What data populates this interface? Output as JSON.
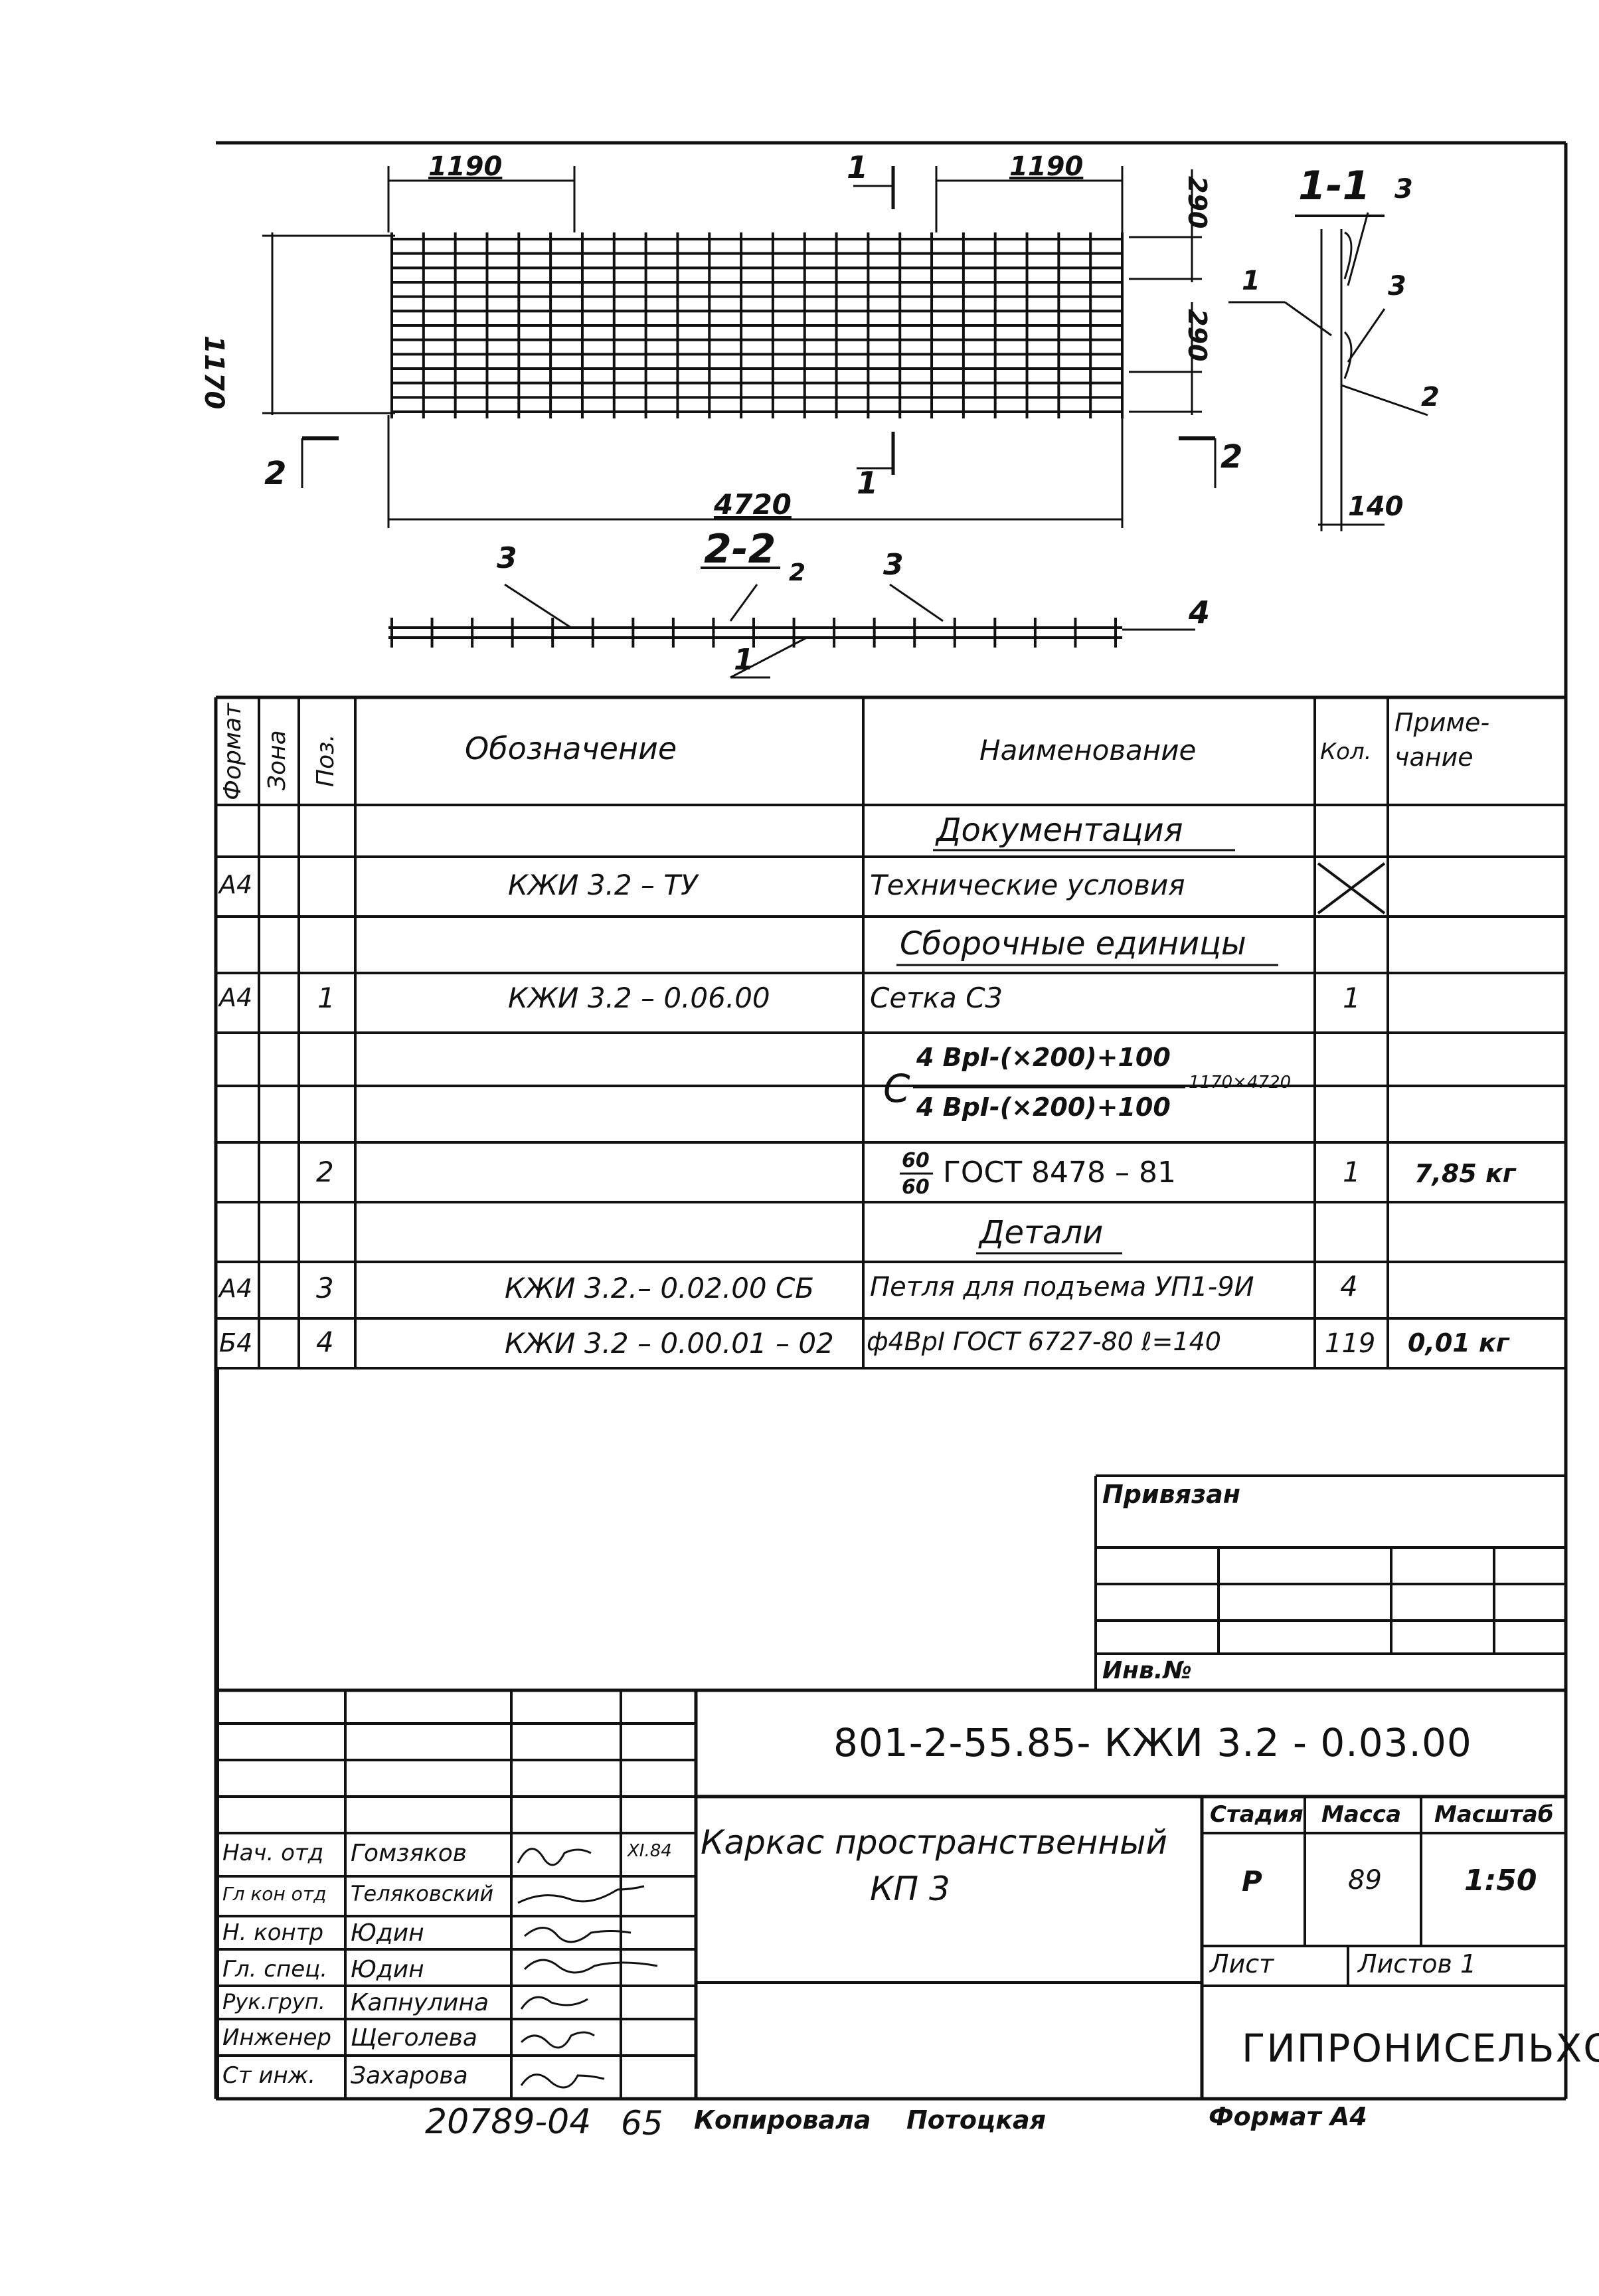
{
  "drawing": {
    "dim_top_left": "1190",
    "dim_top_right": "1190",
    "dim_height": "1170",
    "dim_length": "4720",
    "dim_right_top": "290",
    "dim_right_bottom": "290",
    "section_1_1": "1-1",
    "section_2_2": "2-2",
    "cut_mark_1": "1",
    "cut_mark_2": "2",
    "pos_1": "1",
    "pos_2": "2",
    "pos_3": "3",
    "pos_4": "4",
    "dim_140": "140"
  },
  "spec_table": {
    "headers": {
      "format": "Формат",
      "zone": "Зона",
      "pos": "Поз.",
      "designation": "Обозначение",
      "name": "Наименование",
      "qty": "Кол.",
      "note": "Приме- чание"
    },
    "section_documentation": "Документация",
    "section_assembly": "Сборочные единицы",
    "section_details": "Детали",
    "rows": [
      {
        "format": "А4",
        "pos": "",
        "designation": "КЖИ 3.2 – ТУ",
        "name": "Технические условия",
        "qty": "",
        "note": ""
      },
      {
        "format": "А4",
        "pos": "1",
        "designation": "КЖИ 3.2 – 0.06.00",
        "name": "Сетка С3",
        "qty": "1",
        "note": ""
      },
      {
        "format": "",
        "pos": "2",
        "designation": "",
        "name": "ГОСТ 8478 – 81",
        "qty": "1",
        "note": "7,85 кг"
      },
      {
        "format": "А4",
        "pos": "3",
        "designation": "КЖИ 3.2.– 0.02.00 СБ",
        "name": "Петля для подъема УП1-9И",
        "qty": "4",
        "note": ""
      },
      {
        "format": "Б4",
        "pos": "4",
        "designation": "КЖИ 3.2 – 0.00.01 – 02",
        "name": "ф4ВрI ГОСТ 6727-80 ℓ=140",
        "qty": "119",
        "note": "0,01 кг"
      }
    ],
    "mesh_formula_top": "4 ВрI-(×200)+100",
    "mesh_formula_bottom": "4 ВрI-(×200)+100",
    "mesh_formula_prefix": "С",
    "mesh_formula_size": "1170×4720",
    "fraction_top": "60",
    "fraction_bottom": "60"
  },
  "binding": {
    "label": "Привязан",
    "inv_label": "Инв.№"
  },
  "title_block": {
    "doc_code": "801-2-55.85- КЖИ 3.2 - 0.03.00",
    "title_line1": "Каркас пространственный",
    "title_line2": "КП 3",
    "stage_label": "Стадия",
    "mass_label": "Масса",
    "scale_label": "Масштаб",
    "stage_value": "Р",
    "mass_value": "89",
    "scale_value": "1:50",
    "sheet_label": "Лист",
    "sheets_label": "Листов 1",
    "org": "ГИПРОНИСЕЛЬХОЗ",
    "date": "XI.84",
    "signers": [
      {
        "role": "Нач. отд",
        "name": "Гомзяков"
      },
      {
        "role": "Гл кон отд",
        "name": "Теляковский"
      },
      {
        "role": "Н. контр",
        "name": "Юдин"
      },
      {
        "role": "Гл. спец.",
        "name": "Юдин"
      },
      {
        "role": "Рук.груп.",
        "name": "Капнулина"
      },
      {
        "role": "Инженер",
        "name": "Щеголева"
      },
      {
        "role": "Ст инж.",
        "name": "Захарова"
      }
    ]
  },
  "footer": {
    "number": "20789-04",
    "page": "65",
    "copied_label": "Копировала",
    "copied_name": "Потоцкая",
    "format": "Формат А4"
  }
}
